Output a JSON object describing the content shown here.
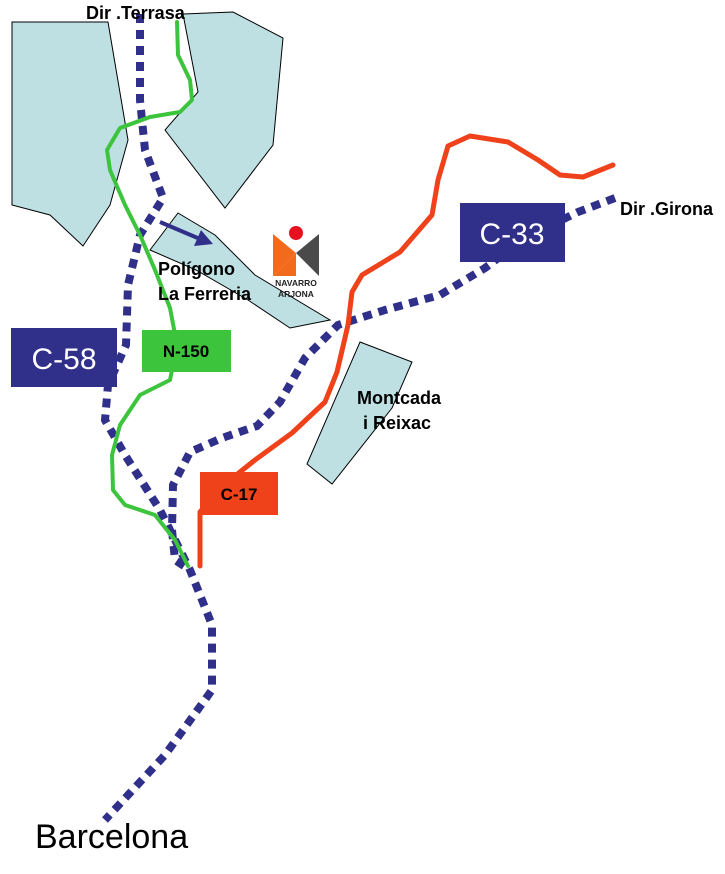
{
  "labels": {
    "dir_terrasa": "Dir .Terrasa",
    "dir_girona": "Dir .Girona",
    "poligono_line1": "Polígono",
    "poligono_line2": "La Ferreria",
    "montcada_line1": "Montcada",
    "montcada_line2": "i Reixac",
    "barcelona": "Barcelona"
  },
  "road_shields": {
    "c58": "C-58",
    "c33": "C-33",
    "n150": "N-150",
    "c17": "C-17"
  },
  "logo": {
    "line1": "NAVARRO",
    "line2": "ARJONA"
  },
  "colors": {
    "urban_area": "#bfe0e3",
    "motorway_dotted": "#30308a",
    "n150_road": "#3dc43d",
    "c17_road": "#f0421a",
    "shield_blue": "#30308a",
    "shield_green": "#3dc43d",
    "shield_red": "#f0421a",
    "logo_orange": "#f26a1b",
    "logo_dark": "#4a4a4a",
    "logo_dot": "#e8101e"
  },
  "icons": [
    "arrow-icon",
    "navarro-arjona-logo"
  ]
}
